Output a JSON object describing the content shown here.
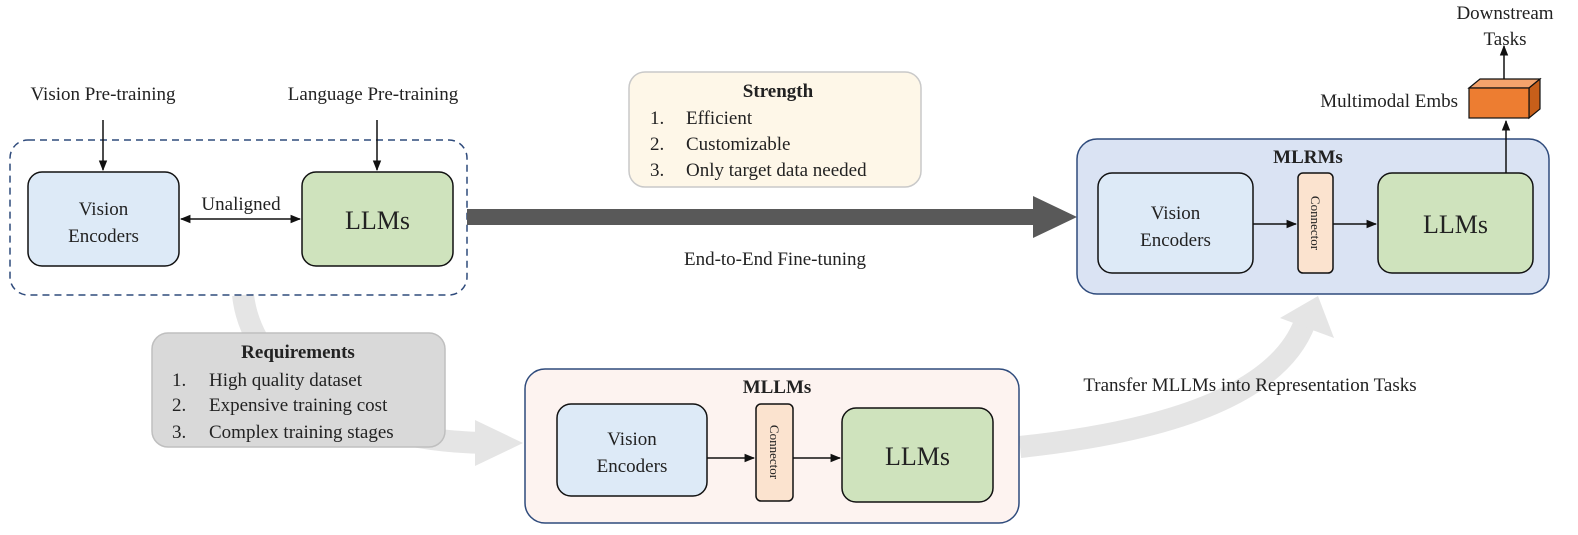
{
  "top_labels": {
    "vision_pretraining": "Vision Pre-training",
    "language_pretraining": "Language Pre-training",
    "unaligned": "Unaligned",
    "downstream_line1": "Downstream",
    "downstream_line2": "Tasks",
    "multimodal_embs": "Multimodal Embs"
  },
  "left_group": {
    "vision_line1": "Vision",
    "vision_line2": "Encoders",
    "llms": "LLMs"
  },
  "strength": {
    "title": "Strength",
    "items": [
      {
        "num": "1.",
        "text": "Efficient"
      },
      {
        "num": "2.",
        "text": "Customizable"
      },
      {
        "num": "3.",
        "text": "Only target data needed"
      }
    ]
  },
  "main_arrow_label": "End-to-End Fine-tuning",
  "mlrms": {
    "title": "MLRMs",
    "vision_line1": "Vision",
    "vision_line2": "Encoders",
    "connector": "Connector",
    "llms": "LLMs"
  },
  "requirements": {
    "title": "Requirements",
    "items": [
      {
        "num": "1.",
        "text": "High quality dataset"
      },
      {
        "num": "2.",
        "text": "Expensive training cost"
      },
      {
        "num": "3.",
        "text": "Complex training stages"
      }
    ]
  },
  "mllms": {
    "title": "MLLMs",
    "vision_line1": "Vision",
    "vision_line2": "Encoders",
    "connector": "Connector",
    "llms": "LLMs"
  },
  "transfer_label": "Transfer MLLMs into Representation Tasks",
  "colors": {
    "vision_fill": "#ddeaf7",
    "llm_fill": "#cfe3bd",
    "connector_fill": "#fbe3cf",
    "mlrms_fill": "#dae3f3",
    "mllms_fill": "#fdf3f0",
    "strength_fill": "#fef7e8",
    "requirements_fill": "#d9d9d9",
    "cube_fill": "#ed7d31",
    "main_arrow": "#595959",
    "curve_arrow": "#e5e5e5"
  }
}
